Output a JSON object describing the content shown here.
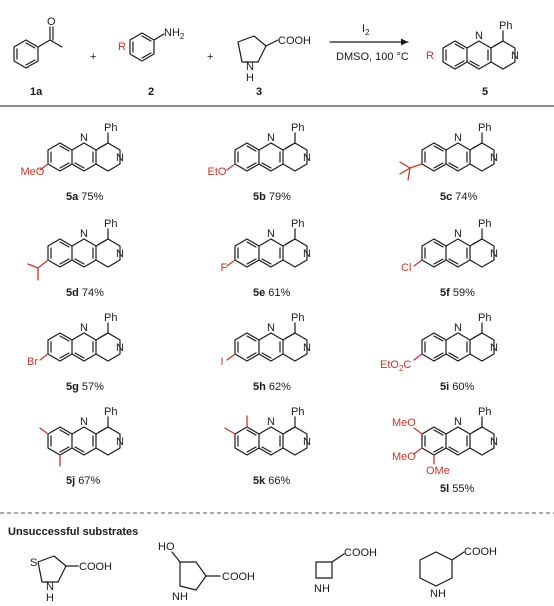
{
  "reaction": {
    "reactant1_label": "1a",
    "reactant2_label": "2",
    "reactant3_label": "3",
    "product_label": "5",
    "plus": "+",
    "r_group": "R",
    "nh2": "NH2",
    "cooh": "COOH",
    "nh": "N",
    "h": "H",
    "o": "O",
    "reagent": "I2",
    "conditions": "DMSO, 100 °C",
    "ph": "Ph",
    "n": "N"
  },
  "colors": {
    "text": "#1a1a1a",
    "substituent": "#c0392b"
  },
  "products": [
    {
      "id": "5a",
      "yield": "75%",
      "substituent": "MeO"
    },
    {
      "id": "5b",
      "yield": "79%",
      "substituent": "EtO"
    },
    {
      "id": "5c",
      "yield": "74%",
      "substituent": "tBu"
    },
    {
      "id": "5d",
      "yield": "74%",
      "substituent": "iPr"
    },
    {
      "id": "5e",
      "yield": "61%",
      "substituent": "F"
    },
    {
      "id": "5f",
      "yield": "59%",
      "substituent": "Cl"
    },
    {
      "id": "5g",
      "yield": "57%",
      "substituent": "Br"
    },
    {
      "id": "5h",
      "yield": "62%",
      "substituent": "I"
    },
    {
      "id": "5i",
      "yield": "60%",
      "substituent": "EtO2C"
    },
    {
      "id": "5j",
      "yield": "67%",
      "substituent": "Me2"
    },
    {
      "id": "5k",
      "yield": "66%",
      "substituent": "Me2"
    },
    {
      "id": "5l",
      "yield": "55%",
      "substituent": "OMe3"
    }
  ],
  "unsuccessful": {
    "heading": "Unsuccessful substrates",
    "cooh": "COOH",
    "ho": "HO",
    "s": "S",
    "nh": "NH",
    "n": "N",
    "h": "H"
  }
}
